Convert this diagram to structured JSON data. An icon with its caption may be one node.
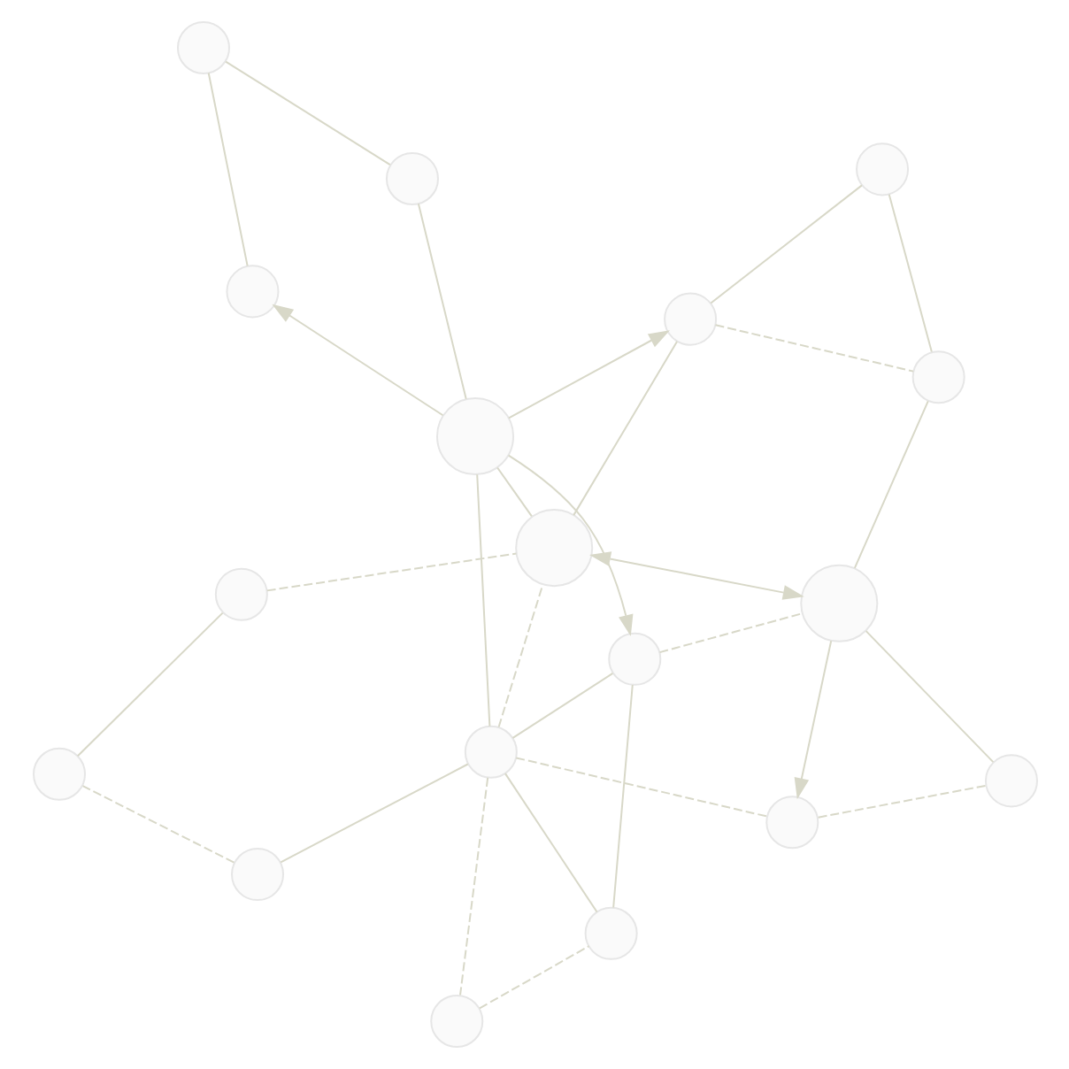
{
  "diagram": {
    "nodes": [
      {
        "text": [],
        "shape": "circle"
      },
      {
        "text": [],
        "shape": "circle"
      },
      {
        "text": [],
        "shape": "circle"
      },
      {
        "text": [],
        "shape": "circle"
      },
      {
        "text": [],
        "shape": "circle"
      },
      {
        "text": [],
        "shape": "circle"
      },
      {
        "text": [],
        "shape": "circle"
      },
      {
        "text": [],
        "shape": "circle"
      },
      {
        "text": [],
        "shape": "circle"
      },
      {
        "text": [],
        "shape": "circle"
      },
      {
        "text": [],
        "shape": "circle"
      },
      {
        "text": [],
        "shape": "circle"
      },
      {
        "text": [],
        "shape": "circle"
      },
      {
        "text": [],
        "shape": "circle"
      },
      {
        "text": [],
        "shape": "circle"
      },
      {
        "text": [],
        "shape": "circle"
      },
      {
        "text": [],
        "shape": "circle"
      },
      {
        "text": [],
        "shape": "circle"
      }
    ],
    "edges": [
      {
        "from": 0,
        "to": 2,
        "arrow": "none"
      },
      {
        "from": 0,
        "to": 3,
        "arrow": "none",
        "style": "dashed"
      },
      {
        "from": 1,
        "to": 2,
        "arrow": "none",
        "style": "dashed"
      },
      {
        "from": 1,
        "to": 5,
        "arrow": "none"
      },
      {
        "from": 5,
        "to": 3,
        "arrow": "none",
        "style": "dashed"
      },
      {
        "from": 3,
        "to": 4,
        "arrow": "both"
      },
      {
        "from": 5,
        "to": 6,
        "arrow": "none"
      },
      {
        "from": 5,
        "to": 7,
        "arrow": "none",
        "style": "dashed"
      },
      {
        "from": 5,
        "to": 8,
        "arrow": "none"
      },
      {
        "from": 5,
        "to": 9,
        "arrow": "none",
        "style": "dashed"
      },
      {
        "from": 6,
        "to": 8,
        "arrow": "none"
      },
      {
        "from": 7,
        "to": 8,
        "arrow": "none",
        "style": "dashed"
      },
      {
        "from": 6,
        "to": 4,
        "arrow": "none",
        "style": "dashed"
      },
      {
        "from": 5,
        "to": 11,
        "arrow": "none"
      },
      {
        "from": 3,
        "to": 11,
        "arrow": "none"
      },
      {
        "from": 3,
        "to": 12,
        "arrow": "none"
      },
      {
        "from": 4,
        "to": 9,
        "arrow": "to"
      },
      {
        "from": 4,
        "to": 10,
        "arrow": "none"
      },
      {
        "from": 4,
        "to": 13,
        "arrow": "none"
      },
      {
        "from": 9,
        "to": 10,
        "arrow": "none",
        "style": "dashed"
      },
      {
        "from": 11,
        "to": 6,
        "arrow": "to"
      },
      {
        "from": 11,
        "to": 12,
        "arrow": "to"
      },
      {
        "from": 11,
        "to": 14,
        "arrow": "none"
      },
      {
        "from": 11,
        "to": 15,
        "arrow": "to"
      },
      {
        "from": 14,
        "to": 17,
        "arrow": "none"
      },
      {
        "from": 15,
        "to": 17,
        "arrow": "none"
      },
      {
        "from": 12,
        "to": 13,
        "arrow": "none",
        "style": "dashed"
      },
      {
        "from": 12,
        "to": 16,
        "arrow": "none"
      },
      {
        "from": 13,
        "to": 16,
        "arrow": "none"
      }
    ]
  }
}
